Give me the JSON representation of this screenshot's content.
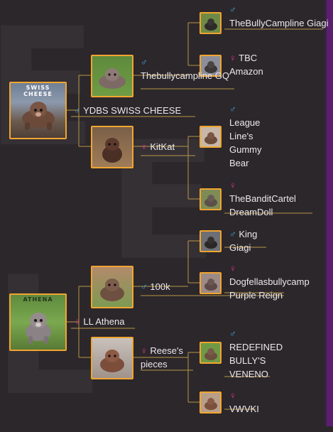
{
  "gen1": [
    {
      "key": "swiss",
      "name": "YDBS SWISS CHEESE",
      "sex": "male",
      "symbol": "♂",
      "caption": "SWISS CHEESE"
    },
    {
      "key": "athena",
      "name": "LL Athena",
      "sex": "female",
      "symbol": "♀",
      "caption": "ATHENA"
    }
  ],
  "gen2": [
    {
      "key": "gq",
      "name": "Thebullycampline GQ",
      "sex": "male",
      "symbol": "♂"
    },
    {
      "key": "kitkat",
      "name": "KitKat",
      "sex": "female",
      "symbol": "♀"
    },
    {
      "key": "100k",
      "name": "100k",
      "sex": "male",
      "symbol": "♂"
    },
    {
      "key": "reese",
      "name": "Reese's pieces",
      "sex": "female",
      "symbol": "♀"
    }
  ],
  "gen3": [
    {
      "key": "g1",
      "name": "TheBullyCampline Giagi",
      "sex": "male",
      "symbol": "♂"
    },
    {
      "key": "g2",
      "name": "TBC Amazon",
      "sex": "female",
      "symbol": "♀"
    },
    {
      "key": "g3",
      "name": "League Line's Gummy Bear",
      "sex": "male",
      "symbol": "♂"
    },
    {
      "key": "g4",
      "name": "TheBanditCartel DreamDoll",
      "sex": "female",
      "symbol": "♀"
    },
    {
      "key": "g5",
      "name": "King Giagi",
      "sex": "male",
      "symbol": "♂"
    },
    {
      "key": "g6",
      "name": "Dogfellasbullycamp Purple Reign",
      "sex": "female",
      "symbol": "♀"
    },
    {
      "key": "g7",
      "name": "REDEFINED BULLY'S VENENO",
      "sex": "male",
      "symbol": "♂"
    },
    {
      "key": "g8",
      "name": "VWVKI",
      "sex": "female",
      "symbol": "♀"
    }
  ],
  "colors": {
    "male": "#3fa9e0",
    "female": "#e1348f",
    "frame": "#f2a530",
    "line": "#c9a24a"
  }
}
